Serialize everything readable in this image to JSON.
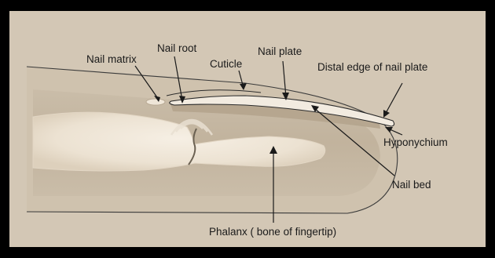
{
  "labels": {
    "nail_matrix": "Nail matrix",
    "nail_root": "Nail root",
    "cuticle": "Cuticle",
    "nail_plate": "Nail plate",
    "distal_edge": "Distal edge of nail plate",
    "hyponychium": "Hyponychium",
    "nail_bed": "Nail bed",
    "phalanx": "Phalanx ( bone of fingertip)"
  },
  "colors": {
    "background": "#d3c7b5",
    "tissue": "#c6b8a3",
    "tissue_edge": "#b7a790",
    "bone": "#f1e8da",
    "line": "#1a1a1a",
    "frame": "#000000"
  }
}
